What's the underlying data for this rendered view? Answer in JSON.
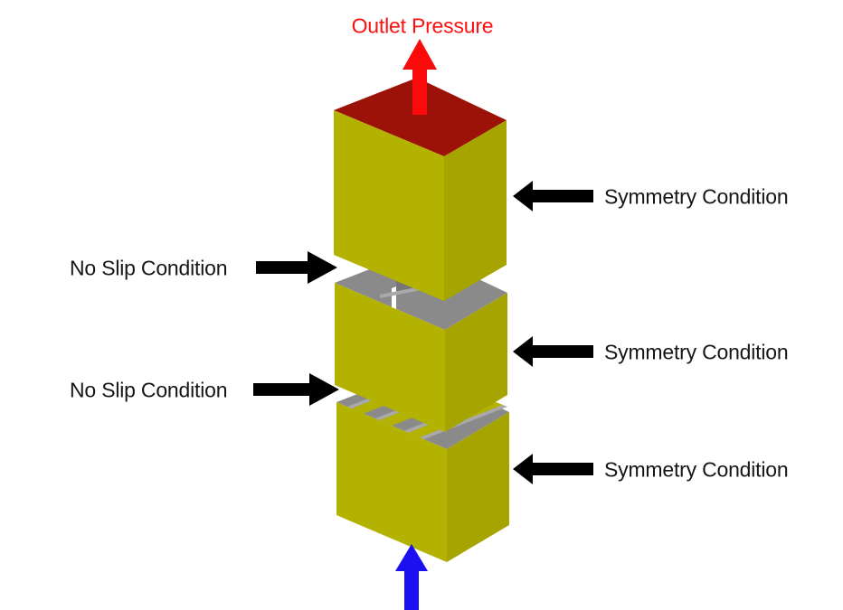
{
  "labels": {
    "outlet": "Outlet Pressure",
    "no_slip": [
      "No Slip Condition",
      "No Slip Condition"
    ],
    "symmetry": [
      "Symmetry Condition",
      "Symmetry Condition",
      "Symmetry Condition"
    ]
  },
  "colors": {
    "background": "#ffffff",
    "outlet_text": "#fc1010",
    "outlet_arrow": "#fa0a0a",
    "inlet_arrow": "#1b10ef",
    "label_text": "#161616",
    "annotation_arrow": "#000000",
    "block_face_left": "#b4b200",
    "block_face_right": "#a6a400",
    "block_top_outlet": "#9c1208",
    "block_gray": "#8a8a8a",
    "block_gray_light": "#a9a9a9",
    "block_gray_dark": "#767676",
    "notch_slit": "#ffffff"
  }
}
